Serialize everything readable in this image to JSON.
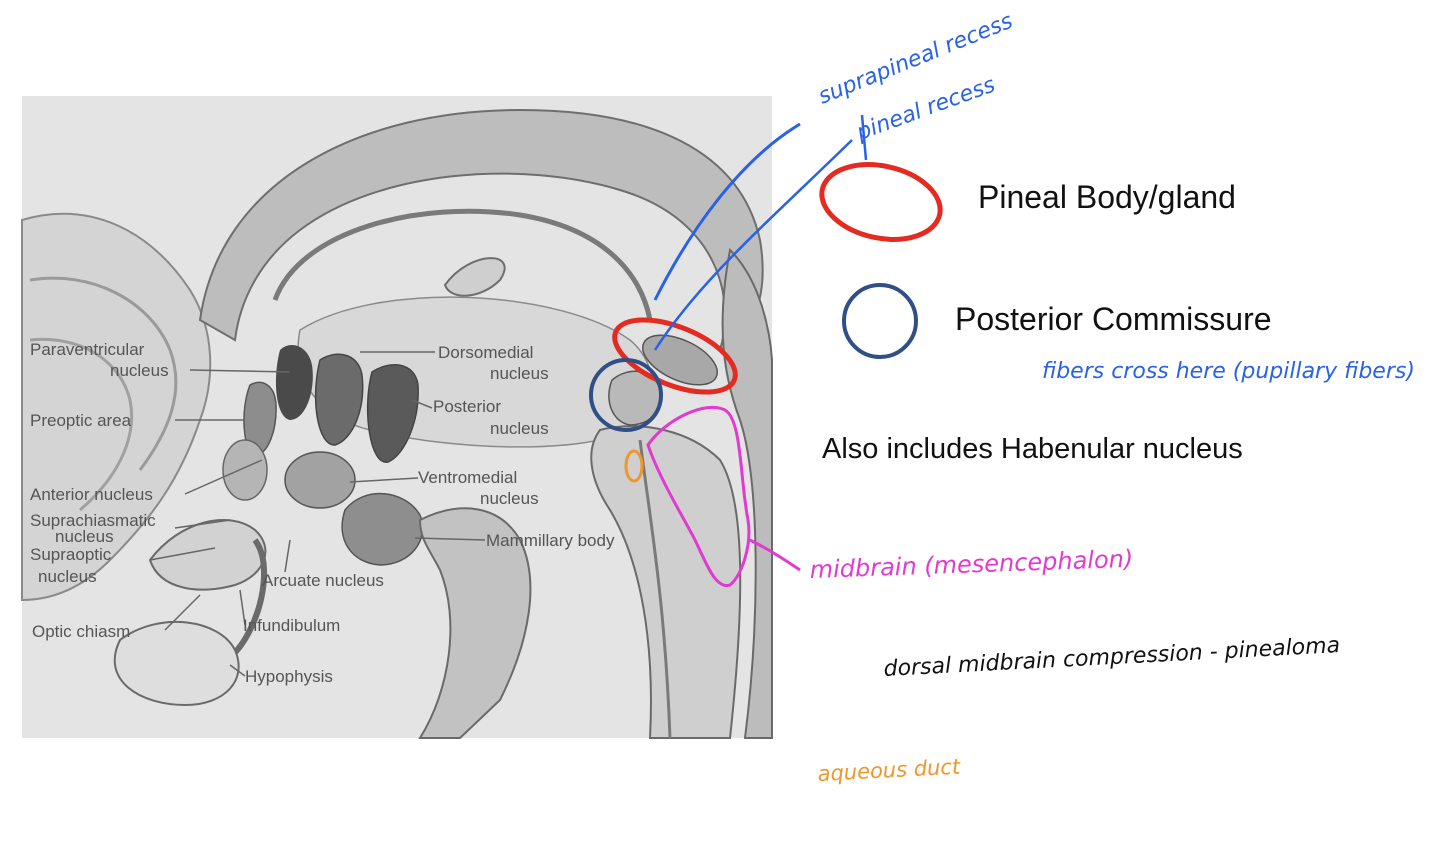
{
  "diagram": {
    "structure_labels": [
      {
        "id": "paraventricular",
        "lines": [
          "Paraventricular",
          "nucleus"
        ]
      },
      {
        "id": "preoptic",
        "lines": [
          "Preoptic area"
        ]
      },
      {
        "id": "anterior",
        "lines": [
          "Anterior nucleus"
        ]
      },
      {
        "id": "suprachiasmatic",
        "lines": [
          "Suprachiasmatic",
          "nucleus"
        ]
      },
      {
        "id": "supraoptic",
        "lines": [
          "Supraoptic",
          "nucleus"
        ]
      },
      {
        "id": "optic-chiasm",
        "lines": [
          "Optic chiasm"
        ]
      },
      {
        "id": "infundibulum",
        "lines": [
          "Infundibulum"
        ]
      },
      {
        "id": "hypophysis",
        "lines": [
          "Hypophysis"
        ]
      },
      {
        "id": "arcuate",
        "lines": [
          "Arcuate nucleus"
        ]
      },
      {
        "id": "dorsomedial",
        "lines": [
          "Dorsomedial",
          "nucleus"
        ]
      },
      {
        "id": "posterior",
        "lines": [
          "Posterior",
          "nucleus"
        ]
      },
      {
        "id": "ventromedial",
        "lines": [
          "Ventromedial",
          "nucleus"
        ]
      },
      {
        "id": "mammillary",
        "lines": [
          "Mammillary body"
        ]
      }
    ]
  },
  "legend": {
    "pineal": "Pineal Body/gland",
    "posterior_commissure": "Posterior Commissure",
    "habenular": "Also includes Habenular nucleus"
  },
  "annotations": {
    "suprapineal": "suprapineal recess",
    "pineal_recess": "pineal recess",
    "fibers": "fibers cross here (pupillary fibers)",
    "midbrain": "midbrain (mesencephalon)",
    "dorsal": "dorsal midbrain compression - pinealoma",
    "aqueous": "aqueous duct"
  },
  "colors": {
    "pineal_circle": "#e32b22",
    "commissure_circle": "#2f4f86",
    "blue_ink": "#2a62e6",
    "magenta_ink": "#e23ad0",
    "orange_ink": "#f0962a",
    "black_ink": "#111111"
  }
}
